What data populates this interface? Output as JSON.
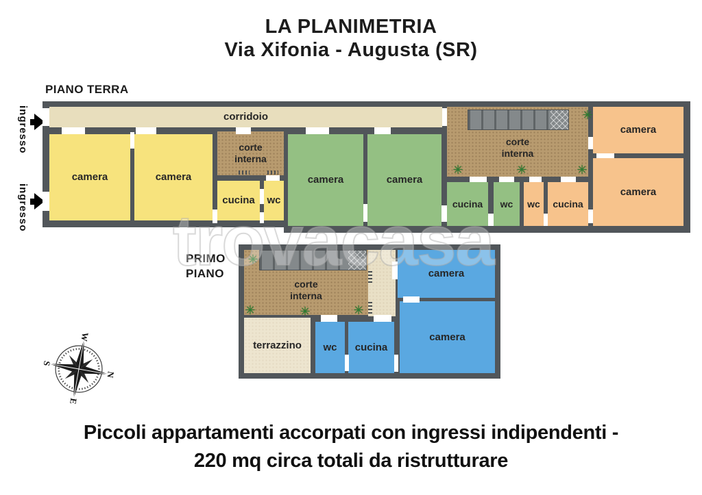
{
  "title": {
    "line1": "LA PLANIMETRIA",
    "line2": "Via Xifonia - Augusta (SR)"
  },
  "watermark": "trovacasa",
  "ground_floor": {
    "label": "PIANO TERRA",
    "entrance_labels": [
      "ingresso",
      "ingresso"
    ],
    "rooms": {
      "corridoio": "corridoio",
      "camera_y1": "camera",
      "camera_y2": "camera",
      "corte_small": "corte interna",
      "cucina_y": "cucina",
      "wc_y": "wc",
      "camera_g1": "camera",
      "camera_g2": "camera",
      "corte_large": "corte interna",
      "cucina_g": "cucina",
      "wc_g": "wc",
      "wc_o": "wc",
      "cucina_o": "cucina",
      "camera_o1": "camera",
      "camera_o2": "camera"
    }
  },
  "first_floor": {
    "label_line1": "PRIMO",
    "label_line2": "PIANO",
    "rooms": {
      "corte": "corte interna",
      "camera_b1": "camera",
      "camera_b2": "camera",
      "terrazzino": "terrazzino",
      "wc_b": "wc",
      "cucina_b": "cucina"
    }
  },
  "compass": {
    "n": "N",
    "e": "E",
    "s": "S",
    "w": "W"
  },
  "footer": {
    "line1": "Piccoli appartamenti accorpati con ingressi indipendenti -",
    "line2": "220 mq circa totali da ristrutturare"
  },
  "icons": {
    "plant": "✳"
  },
  "colors": {
    "wall": "#51565a",
    "yellow_room": "#f7e37d",
    "green_room": "#94c083",
    "orange_room": "#f7c38c",
    "blue_room": "#5aa8e1",
    "corridor": "#e8debd",
    "court_brown": "#b89b6f",
    "terrace_beige": "#ede5cf",
    "stairs_gray": "#84898b",
    "plant_green": "#2e7d32",
    "text": "#1c1c1c"
  }
}
